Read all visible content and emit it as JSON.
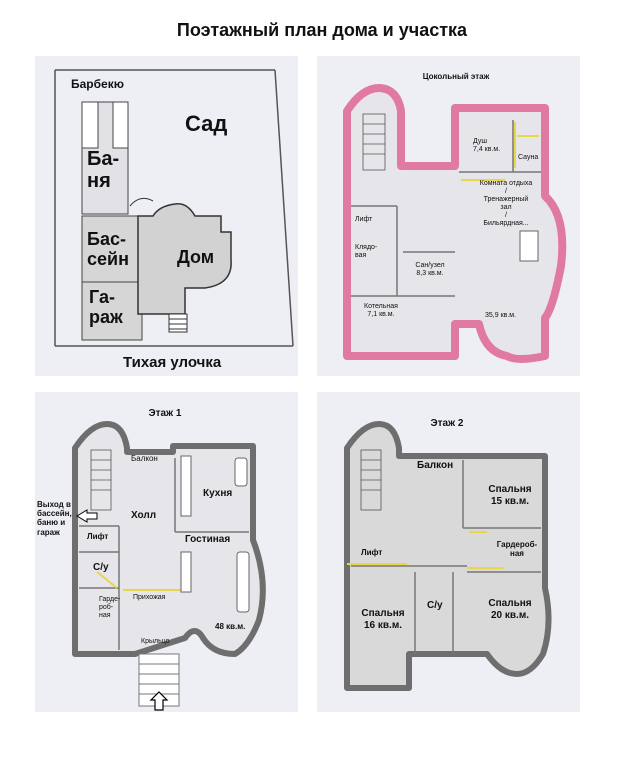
{
  "page_title": "Поэтажный план дома и участка",
  "site_plan": {
    "bbq": "Барбекю",
    "garden": "Сад",
    "banya": "Ба-\nня",
    "pool": "Бас-\nсейн",
    "house": "Дом",
    "garage": "Га-\nраж",
    "street": "Тихая улочка"
  },
  "basement": {
    "title": "Цокольный этаж",
    "shower": "Душ\n7,4 кв.м.",
    "sauna": "Сауна",
    "rest_room": "Комната отдыха\n/\nТренажерный\nзал\n/\nБильярдная...",
    "lift": "Лифт",
    "storage": "Клядо-\nвая",
    "bathroom": "Сан/узел\n8,3 кв.м.",
    "boiler": "Котельная\n7,1 кв.м.",
    "area": "35,9 кв.м."
  },
  "floor1": {
    "title": "Этаж 1",
    "balcony": "Балкон",
    "kitchen": "Кухня",
    "hall": "Холл",
    "exit": "Выход в\nбассейн,\nбаню и\nгараж",
    "lift": "Лифт",
    "living": "Гостиная",
    "wc": "С/у",
    "wardrobe": "Гарде-\nроб-\nная",
    "hallway": "Прихожая",
    "area": "48 кв.м.",
    "porch": "Крыльцо"
  },
  "floor2": {
    "title": "Этаж 2",
    "balcony": "Балкон",
    "bedroom1": "Спальня\n15 кв.м.",
    "wardrobe": "Гардероб-\nная",
    "lift": "Лифт",
    "bedroom2": "Спальня\n16 кв.м.",
    "wc": "С/у",
    "bedroom3": "Спальня\n20 кв.м."
  },
  "colors": {
    "panel_bg": "#eeeff5",
    "wall": "#6e6e6e",
    "pink_wall": "#e07aa0",
    "yellow": "#e8d64a",
    "room_gray": "#d9d9d9"
  }
}
